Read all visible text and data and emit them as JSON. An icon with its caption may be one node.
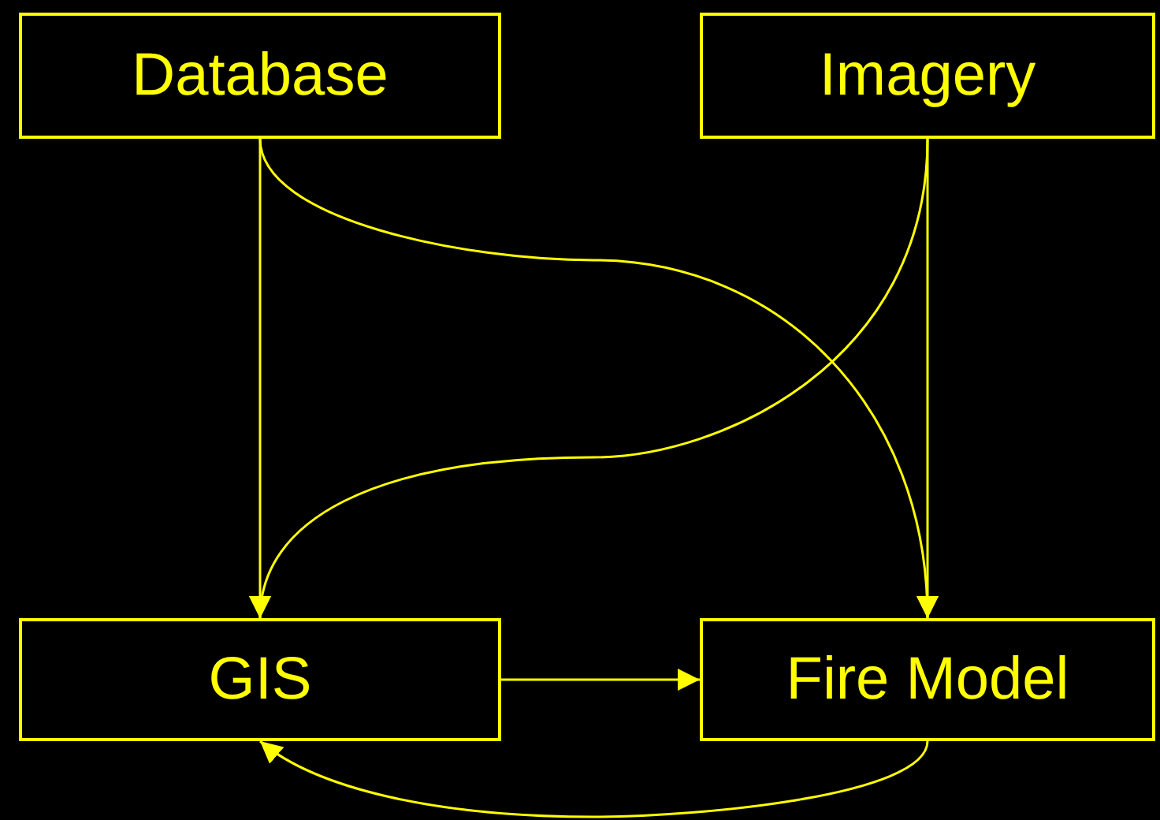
{
  "diagram": {
    "nodes": [
      {
        "text": [
          "Database"
        ]
      },
      {
        "text": [
          "Imagery"
        ]
      },
      {
        "text": [
          "GIS"
        ]
      },
      {
        "text": [
          "Fire Model"
        ]
      }
    ],
    "edges": [
      {
        "from": 0,
        "to": 2,
        "arrow": "to"
      },
      {
        "from": 0,
        "to": 3,
        "arrow": "to"
      },
      {
        "from": 1,
        "to": 2,
        "arrow": "to"
      },
      {
        "from": 1,
        "to": 3,
        "arrow": "to"
      },
      {
        "from": 2,
        "to": 3,
        "arrow": "to"
      },
      {
        "from": 3,
        "to": 2,
        "arrow": "to"
      }
    ]
  }
}
